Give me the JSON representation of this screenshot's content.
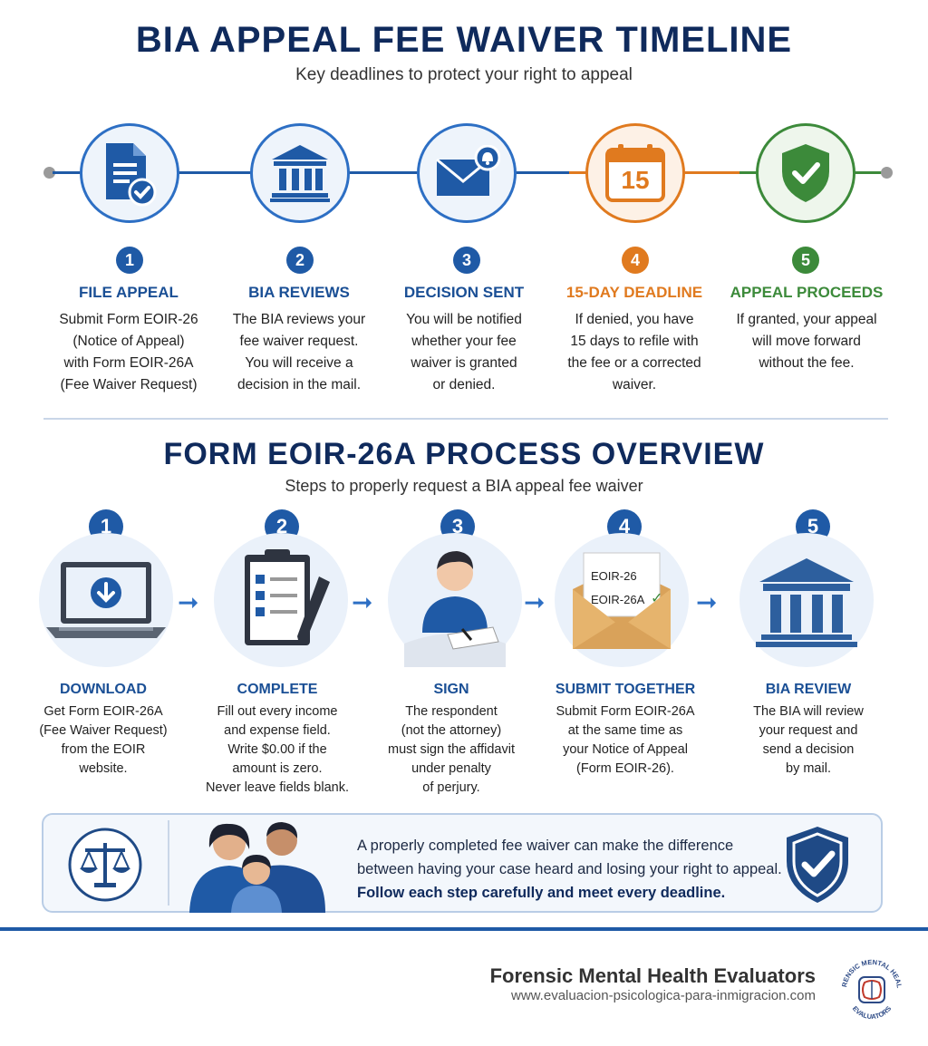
{
  "title": "BIA APPEAL FEE WAIVER TIMELINE",
  "subtitle": "Key deadlines to protect your right to appeal",
  "timeline": [
    {
      "num": "1",
      "heading": "FILE APPEAL",
      "lines": [
        "Submit Form EOIR-26",
        "(Notice of Appeal)",
        "with Form EOIR-26A",
        "(Fee Waiver Request)"
      ],
      "icon": "document-check-icon",
      "color": "#1f5aa6"
    },
    {
      "num": "2",
      "heading": "BIA REVIEWS",
      "lines": [
        "The BIA reviews your",
        "fee waiver request.",
        "You will receive a",
        "decision in the mail."
      ],
      "icon": "courthouse-icon",
      "color": "#1f5aa6"
    },
    {
      "num": "3",
      "heading": "DECISION SENT",
      "lines": [
        "You will be notified",
        "whether your fee",
        "waiver is granted",
        "or denied."
      ],
      "icon": "envelope-bell-icon",
      "color": "#1f5aa6"
    },
    {
      "num": "4",
      "heading": "15-DAY DEADLINE",
      "lines": [
        "If denied, you have",
        "15 days to refile with",
        "the fee or a corrected",
        "waiver."
      ],
      "icon": "calendar-icon",
      "calendar_number": "15",
      "color": "#e07a1f"
    },
    {
      "num": "5",
      "heading": "APPEAL PROCEEDS",
      "lines": [
        "If granted, your appeal",
        "will move forward",
        "without the fee."
      ],
      "icon": "shield-check-icon",
      "color": "#3c8a3a"
    }
  ],
  "process_title": "FORM EOIR-26A PROCESS OVERVIEW",
  "process_subtitle": "Steps to properly request a BIA appeal fee waiver",
  "steps": [
    {
      "num": "1",
      "heading": "DOWNLOAD",
      "lines": [
        "Get Form EOIR-26A",
        "(Fee Waiver Request)",
        "from the EOIR",
        "website."
      ],
      "icon": "laptop-download-icon"
    },
    {
      "num": "2",
      "heading": "COMPLETE",
      "lines": [
        "Fill out every income",
        "and expense field.",
        "Write $0.00 if the",
        "amount is zero.",
        "Never leave fields blank."
      ],
      "icon": "clipboard-checklist-icon"
    },
    {
      "num": "3",
      "heading": "SIGN",
      "lines": [
        "The respondent",
        "(not the attorney)",
        "must sign the affidavit",
        "under penalty",
        "of perjury."
      ],
      "icon": "person-signing-icon"
    },
    {
      "num": "4",
      "heading": "SUBMIT TOGETHER",
      "lines": [
        "Submit Form EOIR-26A",
        "at the same time as",
        "your Notice of Appeal",
        "(Form EOIR-26)."
      ],
      "icon": "envelope-forms-icon",
      "form_labels": [
        "EOIR-26",
        "EOIR-26A"
      ]
    },
    {
      "num": "5",
      "heading": "BIA REVIEW",
      "lines": [
        "The BIA will review",
        "your request and",
        "send a decision",
        "by mail."
      ],
      "icon": "courthouse-icon"
    }
  ],
  "banner": {
    "line1": "A properly completed fee waiver can make the difference",
    "line2": "between having your case heard and losing your right to appeal.",
    "line3": "Follow each step carefully and meet every deadline."
  },
  "footer": {
    "brand": "Forensic Mental Health Evaluators",
    "url": "www.evaluacion-psicologica-para-inmigracion.com",
    "logo_top": "FORENSIC MENTAL HEALTH",
    "logo_bottom": "EVALUATORS"
  }
}
